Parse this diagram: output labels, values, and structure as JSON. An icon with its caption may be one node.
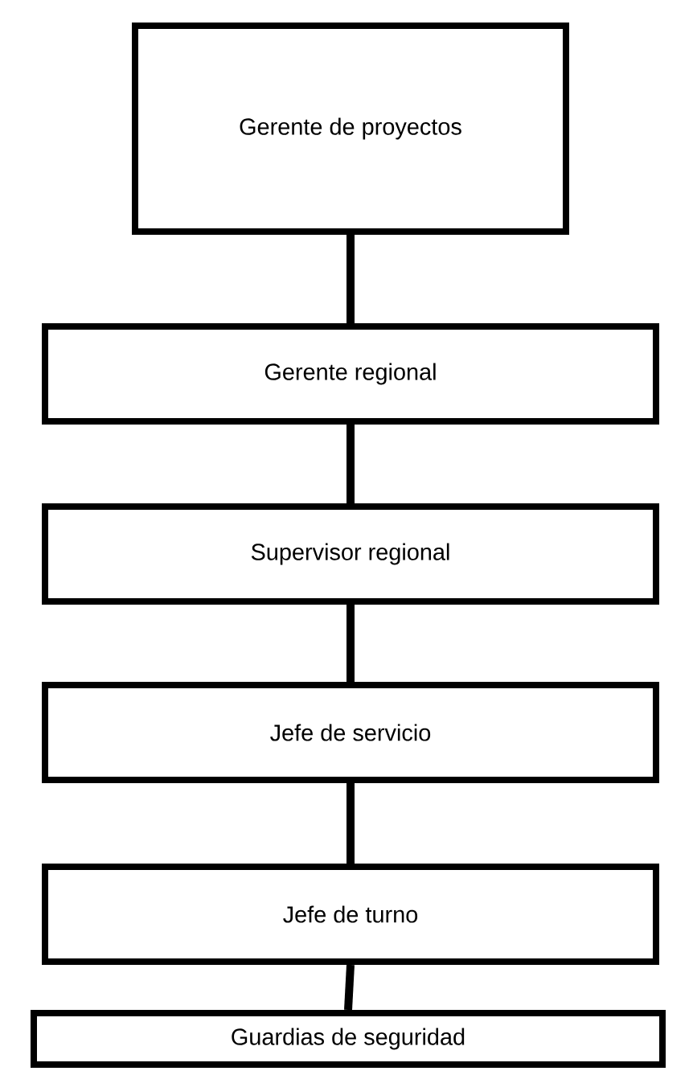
{
  "diagram": {
    "nodes": [
      {
        "text": [
          "Gerente de proyectos"
        ]
      },
      {
        "text": [
          "Gerente regional"
        ]
      },
      {
        "text": [
          "Supervisor regional"
        ]
      },
      {
        "text": [
          "Jefe de servicio"
        ]
      },
      {
        "text": [
          "Jefe de turno"
        ]
      },
      {
        "text": [
          "Guardias de seguridad"
        ]
      }
    ],
    "edges": [
      {
        "from": 0,
        "to": 1,
        "arrow": "none"
      },
      {
        "from": 1,
        "to": 2,
        "arrow": "none"
      },
      {
        "from": 2,
        "to": 3,
        "arrow": "none"
      },
      {
        "from": 3,
        "to": 4,
        "arrow": "none"
      },
      {
        "from": 4,
        "to": 5,
        "arrow": "none"
      }
    ]
  }
}
